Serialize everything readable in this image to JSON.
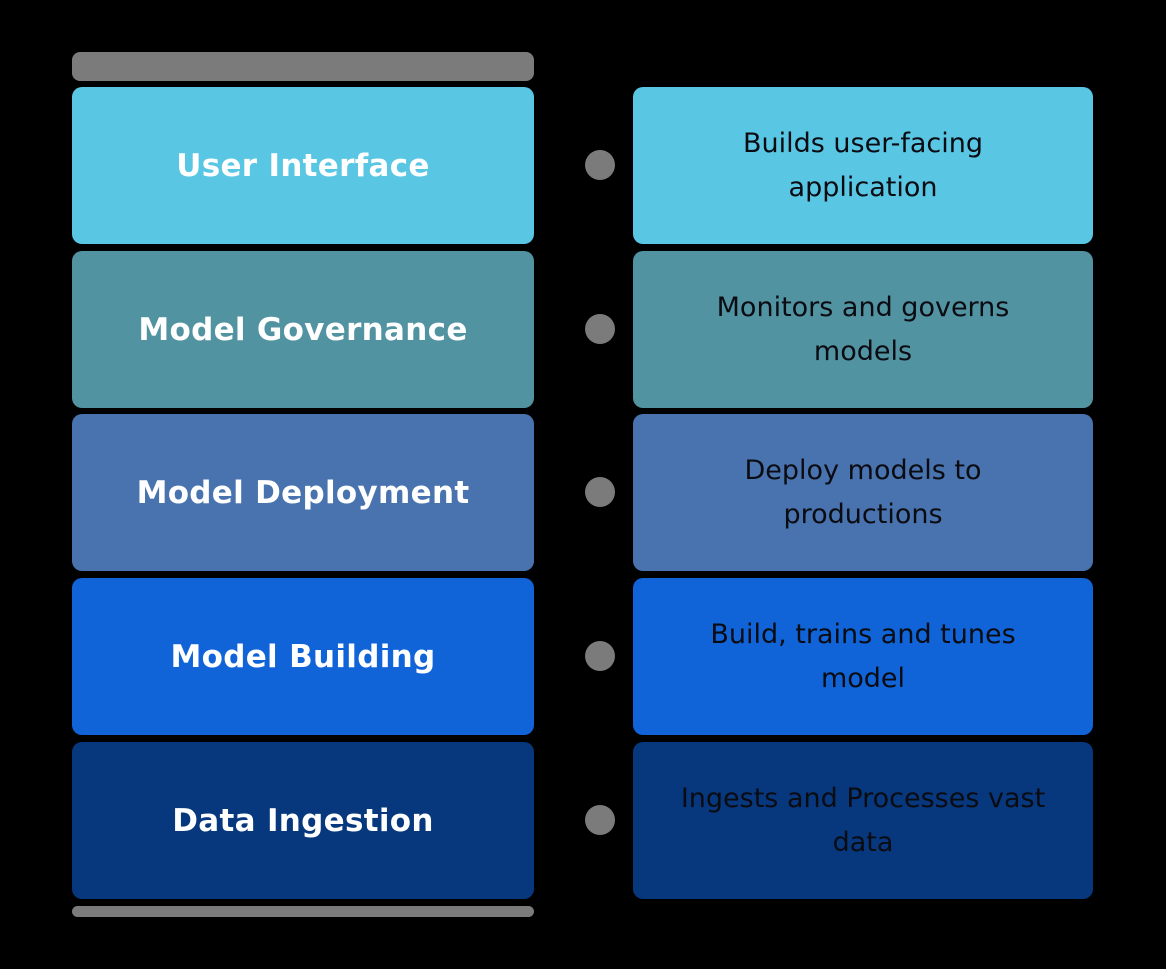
{
  "diagram": {
    "background_color": "#000000",
    "cap_bar_color": "#7B7B7B",
    "connector_dot_color": "#7B7B7B",
    "title_text_color": "#FFFFFF",
    "description_text_color": "#0B0B12",
    "layers": [
      {
        "title": "User Interface",
        "description": "Builds user-facing application",
        "color": "#59C6E3"
      },
      {
        "title": "Model Governance",
        "description": "Monitors and governs models",
        "color": "#5293A2"
      },
      {
        "title": "Model Deployment",
        "description": "Deploy models to productions",
        "color": "#4873AE"
      },
      {
        "title": "Model Building",
        "description": "Build, trains and tunes model",
        "color": "#1064D8"
      },
      {
        "title": "Data Ingestion",
        "description": "Ingests and Processes vast data",
        "color": "#07387E"
      }
    ]
  }
}
